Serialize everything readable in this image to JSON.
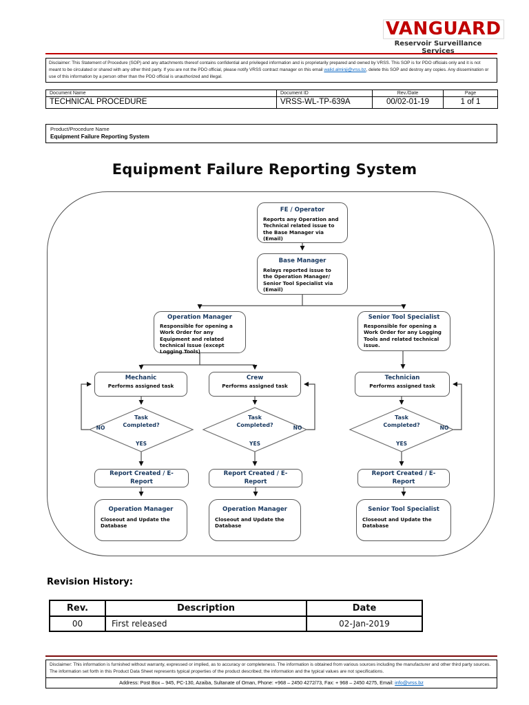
{
  "logo": {
    "brand": "VANGUARD",
    "tagline": "Reservoir Surveillance Services"
  },
  "colors": {
    "accent_red": "#c00000",
    "navy_title": "#17375e",
    "link_blue": "#0563c1"
  },
  "top_disclaimer": {
    "part1": "Disclaimer: This Statement of Procedure (SOP) and any attachments thereof contains confidential and privileged information and is proprietarily prepared and owned by VRSS. This SOP is for PDO officials only and it is not meant to be circulated or shared with any other third party. If you are not the PDO official, please notify VRSS contract manager on this email ",
    "link": "walid.alminji@vrss.bz",
    "part2": ", delete this SOP and destroy any copies. Any dissemination or use of this information by a person other than the PDO official is unauthorized and illegal."
  },
  "doc_table": {
    "headers": [
      "Document Name",
      "Document ID",
      "Rev./Date",
      "Page"
    ],
    "values": [
      "TECHNICAL PROCEDURE",
      "VRSS-WL-TP-639A",
      "00/02-01-19",
      "1 of 1"
    ]
  },
  "product": {
    "label": "Product/Procedure Name",
    "name": "Equipment Failure Reporting System"
  },
  "title": "Equipment Failure Reporting System",
  "flowchart": {
    "fe_operator": {
      "title": "FE / Operator",
      "body": "Reports any Operation and Technical related issue to the Base Manager via (Email)"
    },
    "base_manager": {
      "title": "Base Manager",
      "body": "Relays reported issue to the Operation Manager/ Senior Tool Specialist via (Email)"
    },
    "operation_manager": {
      "title": "Operation Manager",
      "body": "Responsible for opening a Work Order for any Equipment and related technical Issue (except Logging Tools)"
    },
    "senior_tool_specialist": {
      "title": "Senior Tool Specialist",
      "body": "Responsible for opening a Work Order for any Logging Tools and related technical issue."
    },
    "mechanic": {
      "title": "Mechanic",
      "body": "Performs assigned task"
    },
    "crew": {
      "title": "Crew",
      "body": "Performs assigned task"
    },
    "technician": {
      "title": "Technician",
      "body": "Performs assigned task"
    },
    "decision": "Task Completed?",
    "yes": "YES",
    "no": "NO",
    "report": "Report Created / E-Report",
    "closeout_om": {
      "title": "Operation Manager",
      "body": "Closeout and Update the Database"
    },
    "closeout_sts": {
      "title": "Senior Tool Specialist",
      "body": "Closeout and Update the Database"
    }
  },
  "revision_history": {
    "heading": "Revision History:",
    "headers": [
      "Rev.",
      "Description",
      "Date"
    ],
    "rows": [
      {
        "rev": "00",
        "description": "First released",
        "date": "02-Jan-2019"
      }
    ]
  },
  "bottom_disclaimer": {
    "text": "Disclaimer: This information is furnished without warranty, expressed or implied, as to accuracy or completeness. The information is obtained from various sources including the manufacturer and other third party sources. The information set forth in this Product Data Sheet represents typical properties of the product described; the information and the typical values are not specifications."
  },
  "address": {
    "part1": "Address: Post Box – 945, PC-130, Azaiba, Sultanate of Oman, Phone: +968 – 2450 4272/73, Fax: + 968 – 2450 4275, Email: ",
    "link": "info@vrss.bz"
  }
}
